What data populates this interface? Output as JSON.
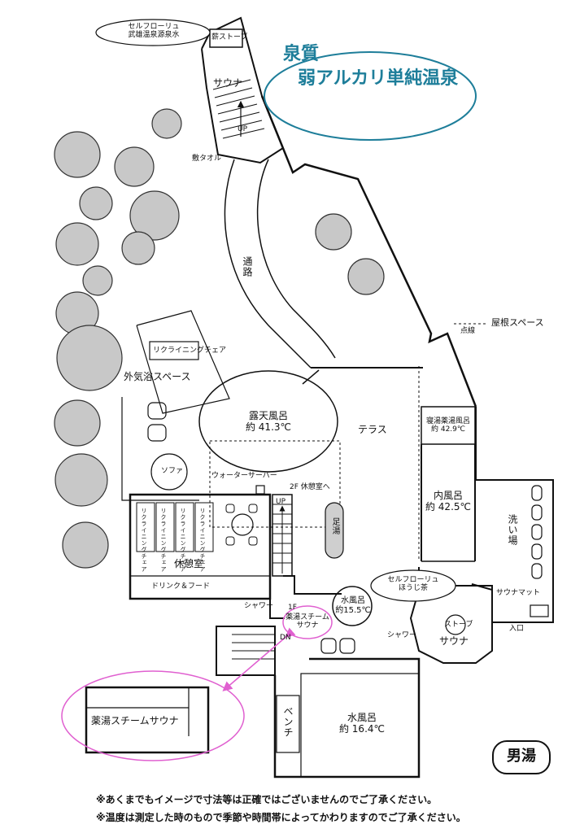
{
  "spring_quality": {
    "line1": "泉質",
    "line2": "弱アルカリ単純温泉"
  },
  "rooms": {
    "self_loryu_top": {
      "line1": "セルフローリュ",
      "line2": "武雄温泉源泉水"
    },
    "firewood_stove": "薪ストーブ",
    "sauna_top": "サウナ",
    "up": "UP",
    "towel": "敷タオル",
    "passage": "通路",
    "roof_space": "屋根スペース",
    "dotted_line": "点線",
    "reclining_chair_top": "リクライニングチェア",
    "outdoor_bath_space": "外気浴スペース",
    "open_air_bath": {
      "name": "露天風呂",
      "temp": "約 41.3℃"
    },
    "terrace": "テラス",
    "herbal_bath": {
      "name": "寝湯薬湯風呂",
      "temp": "約 42.9℃"
    },
    "indoor_bath": {
      "name": "内風呂",
      "temp": "約 42.5℃"
    },
    "washing_area": "洗い場",
    "sauna_mat": "サウナマット",
    "entrance": "入口",
    "self_loryu_bottom": {
      "line1": "セルフローリュ",
      "line2": "ほうじ茶"
    },
    "stove": "ストーブ",
    "sauna_right": "サウナ",
    "water_server": "ウォーターサーバー",
    "to_2f_lounge": "2F 休憩室へ",
    "sofa": "ソファ",
    "footbath": "足湯",
    "reclining_chair": "リクライニングチェア",
    "lounge": "休憩室",
    "drink_food": "ドリンク＆フード",
    "shower_left": "シャワー",
    "floor_1f": "1F",
    "steam_sauna_small": {
      "line1": "薬湯スチーム",
      "line2": "サウナ"
    },
    "dn": "DN",
    "cold_bath_small": {
      "name": "水風呂",
      "temp": "約15.5℃"
    },
    "shower_right": "シャワー",
    "steam_sauna_zoom": "薬湯スチームサウナ",
    "bench": "ベンチ",
    "cold_bath_large": {
      "name": "水風呂",
      "temp": "約 16.4℃"
    }
  },
  "gender_label": "男湯",
  "notes": [
    "※あくまでもイメージで寸法等は正確ではございませんのでご了承ください。",
    "※温度は測定した時のもので季節や時間帯によってかわりますのでご了承ください。"
  ],
  "colors": {
    "accent": "#1e7e9a",
    "highlight": "#e060d0",
    "tree": "#bdbdbd"
  }
}
